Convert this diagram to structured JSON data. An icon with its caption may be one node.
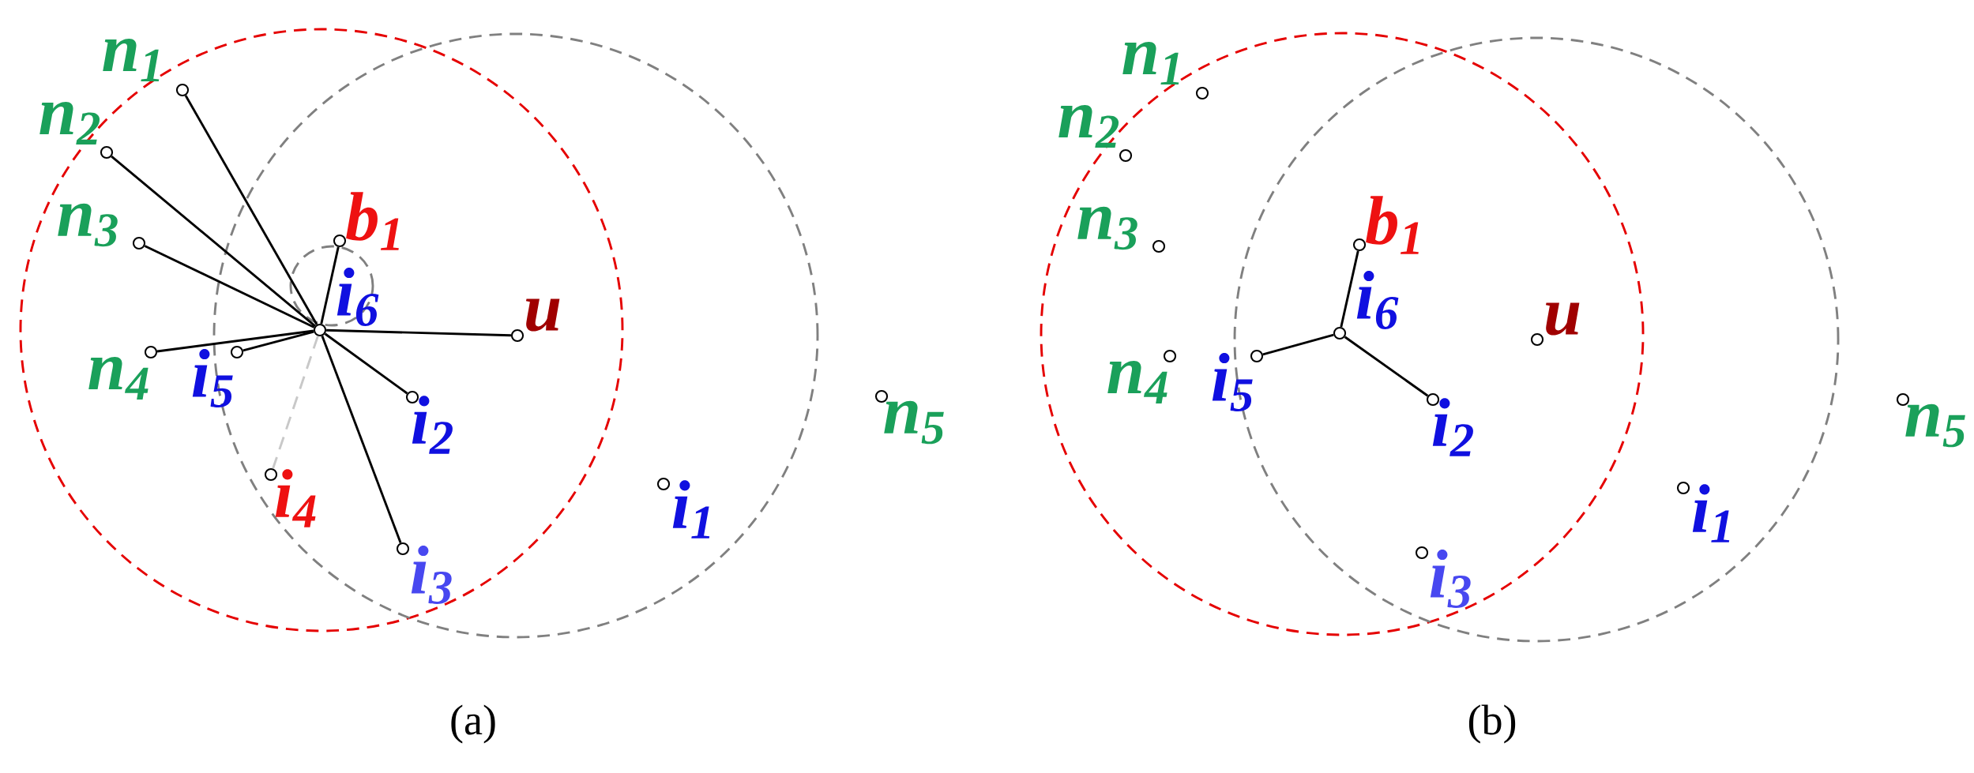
{
  "diagram": {
    "nodes": [
      {
        "text": [
          "n$_{1}$"
        ]
      },
      {
        "text": [
          "n$_{2}$"
        ]
      },
      {
        "text": [
          "n$_{3}$"
        ]
      },
      {
        "text": [
          "b$_{1}$"
        ]
      },
      {
        "text": [
          "i$_{6}$"
        ]
      },
      {
        "text": [
          "u"
        ]
      },
      {
        "text": [
          "n$_{4}$"
        ]
      },
      {
        "text": [
          "i$_{5}$"
        ]
      },
      {
        "text": [
          "i$_{2}$"
        ]
      },
      {
        "text": [
          "n$_{5}$"
        ]
      },
      {
        "text": [
          "i$_{4}$"
        ]
      },
      {
        "text": [
          "i$_{1}$"
        ]
      },
      {
        "text": [
          "i$_{3}$"
        ]
      },
      {
        "text": [
          "n$_{1}$"
        ]
      },
      {
        "text": [
          "n$_{2}$"
        ]
      },
      {
        "text": [
          "n$_{3}$"
        ]
      },
      {
        "text": [
          "b$_{1}$"
        ]
      },
      {
        "text": [
          "i$_{6}$"
        ]
      },
      {
        "text": [
          "u"
        ]
      },
      {
        "text": [
          "n$_{4}$"
        ]
      },
      {
        "text": [
          "i$_{5}$"
        ]
      },
      {
        "text": [
          "i$_{2}$"
        ]
      },
      {
        "text": [
          "n$_{5}$"
        ]
      },
      {
        "text": [
          "i$_{1}$"
        ]
      },
      {
        "text": [
          "i$_{3}$"
        ]
      }
    ],
    "edges": [
      {
        "from": 4,
        "to": 0,
        "arrow": "none"
      },
      {
        "from": 4,
        "to": 1,
        "arrow": "none"
      },
      {
        "from": 4,
        "to": 2,
        "arrow": "none"
      },
      {
        "from": 4,
        "to": 3,
        "arrow": "none"
      },
      {
        "from": 4,
        "to": 5,
        "arrow": "none"
      },
      {
        "from": 4,
        "to": 6,
        "arrow": "none"
      },
      {
        "from": 4,
        "to": 7,
        "arrow": "none"
      },
      {
        "from": 4,
        "to": 8,
        "arrow": "none"
      },
      {
        "from": 4,
        "to": 12,
        "arrow": "none"
      },
      {
        "from": 4,
        "to": 10,
        "arrow": "none",
        "style": "dashed",
        "color": "#c8c8c8"
      },
      {
        "from": 17,
        "to": 16,
        "arrow": "none"
      },
      {
        "from": 17,
        "to": 20,
        "arrow": "none"
      },
      {
        "from": 17,
        "to": 21,
        "arrow": "none"
      }
    ],
    "labels": [
      "(a)",
      "(b)"
    ]
  }
}
